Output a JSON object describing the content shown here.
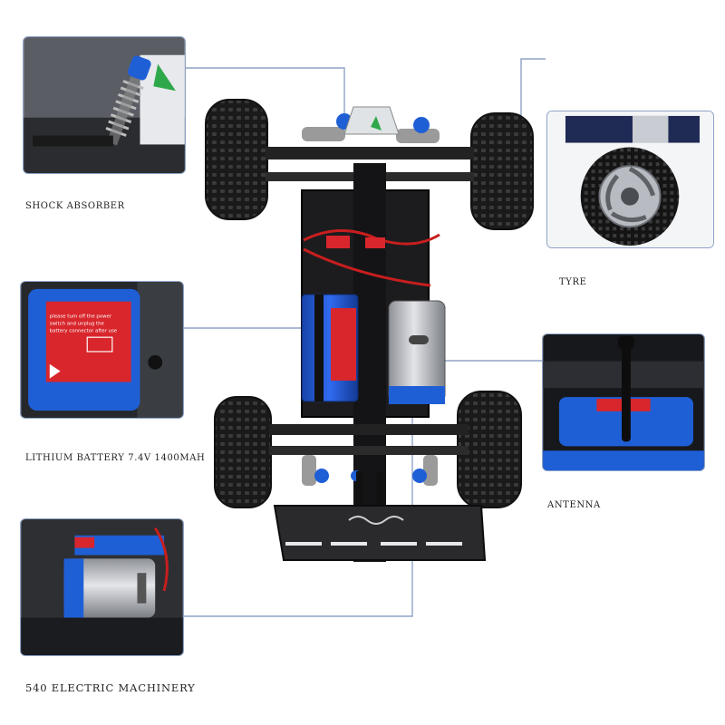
{
  "labels": {
    "shock_absorber": "SHOCK ABSORBER",
    "tyre": "TYRE",
    "lithium_battery": "LITHIUM BATTERY 7.4V 1400MAH",
    "antenna": "ANTENNA",
    "electric_machinery": "540 ELECTRIC MACHINERY"
  },
  "battery_warning": {
    "line1": "please turn off the power",
    "line2": "switch and unplug the",
    "line3": "battery connector after use"
  },
  "colors": {
    "chassis": "#1c1c1e",
    "accent_blue": "#1f5fd6",
    "battery_red": "#d8262c",
    "motor_silver": "#b9bcc2",
    "leader_line": "#8ea3c7",
    "inset_border": "#8ea3c7"
  }
}
